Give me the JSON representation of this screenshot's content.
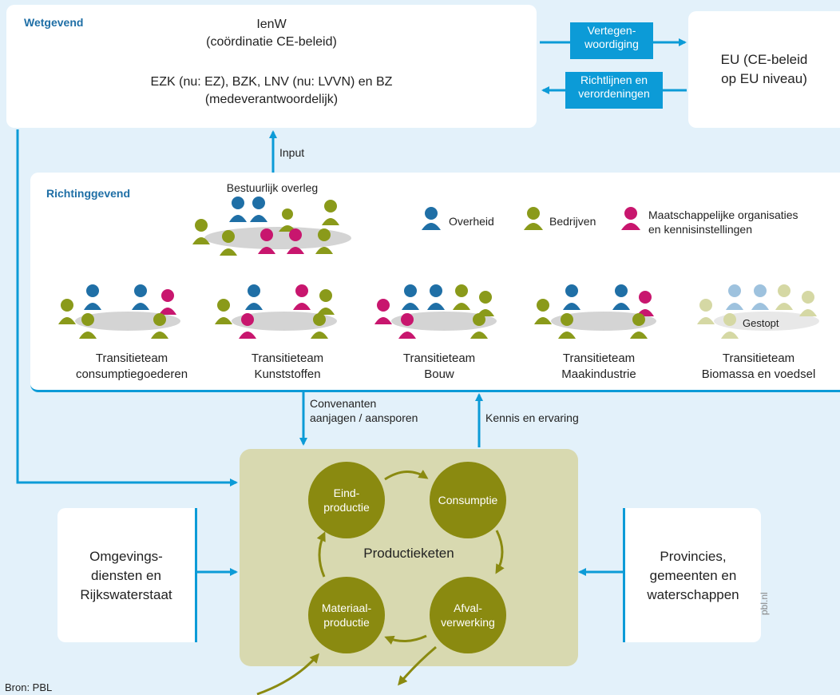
{
  "wetgevend": {
    "title": "Wetgevend",
    "line1": "IenW",
    "line2": "(coördinatie CE-beleid)",
    "line3": "EZK (nu: EZ), BZK, LNV (nu: LVVN) en BZ",
    "line4": "(medeverantwoordelijk)"
  },
  "eu": {
    "line1": "EU (CE-beleid",
    "line2": "op EU niveau)"
  },
  "arrows": {
    "vertegen1": "Vertegen-",
    "vertegen2": "woordiging",
    "richt1": "Richtlijnen en",
    "richt2": "verordeningen",
    "input": "Input",
    "convenanten1": "Convenanten",
    "convenanten2": "aanjagen / aansporen",
    "kennis": "Kennis en ervaring"
  },
  "richtinggevend": {
    "title": "Richtinggevend",
    "overleg": "Bestuurlijk overleg",
    "legend": {
      "overheid": "Overheid",
      "bedrijven": "Bedrijven",
      "maatschappelijk1": "Maatschappelijke organisaties",
      "maatschappelijk2": "en kennisinstellingen"
    },
    "teams": [
      {
        "l1": "Transitieteam",
        "l2": "consumptiegoederen"
      },
      {
        "l1": "Transitieteam",
        "l2": "Kunststoffen"
      },
      {
        "l1": "Transitieteam",
        "l2": "Bouw"
      },
      {
        "l1": "Transitieteam",
        "l2": "Maakindustrie"
      },
      {
        "l1": "Transitieteam",
        "l2": "Biomassa en voedsel"
      }
    ],
    "gestopt": "Gestopt"
  },
  "keten": {
    "title": "Productieketen",
    "eind1": "Eind-",
    "eind2": "productie",
    "consumptie": "Consumptie",
    "afval1": "Afval-",
    "afval2": "verwerking",
    "materiaal1": "Materiaal-",
    "materiaal2": "productie"
  },
  "omgeving": {
    "l1": "Omgevings-",
    "l2": "diensten en",
    "l3": "Rijkswaterstaat"
  },
  "provincies": {
    "l1": "Provincies,",
    "l2": "gemeenten en",
    "l3": "waterschappen"
  },
  "source": "Bron: PBL",
  "watermark": "pbl.nl",
  "colors": {
    "overheid": "#1f6fa6",
    "bedrijven": "#8a9a1a",
    "maatschappelijk": "#c8166e",
    "arrow": "#0c9bd7",
    "keten": "#8a8a10",
    "keten_bg": "#d8d9b0"
  }
}
